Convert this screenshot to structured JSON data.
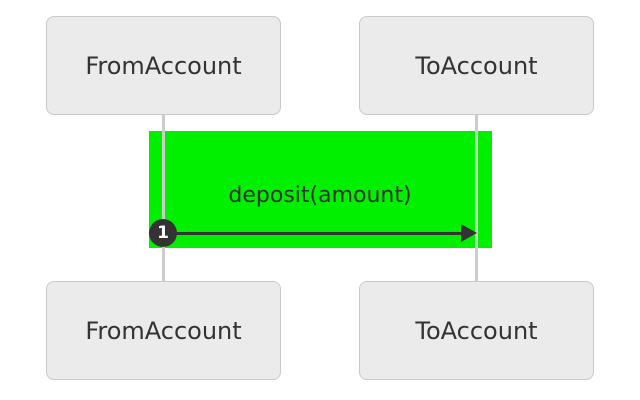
{
  "diagram": {
    "type": "sequence",
    "participants": [
      {
        "name": "FromAccount"
      },
      {
        "name": "ToAccount"
      }
    ],
    "messages": [
      {
        "from": "FromAccount",
        "to": "ToAccount",
        "label": "deposit(amount)",
        "sequence_number": "1",
        "arrow_style": "solid-filled-head",
        "highlighted": true
      }
    ]
  },
  "colors": {
    "background": "#ffffff",
    "actor_fill": "#ebebeb",
    "actor_border": "#c9c9c9",
    "actor_text": "#333333",
    "lifeline": "#cccccc",
    "highlight": "#00f000",
    "message_text": "#333333",
    "arrow": "#333333",
    "sequence_badge_fill": "#333333",
    "sequence_badge_text": "#ffffff"
  }
}
